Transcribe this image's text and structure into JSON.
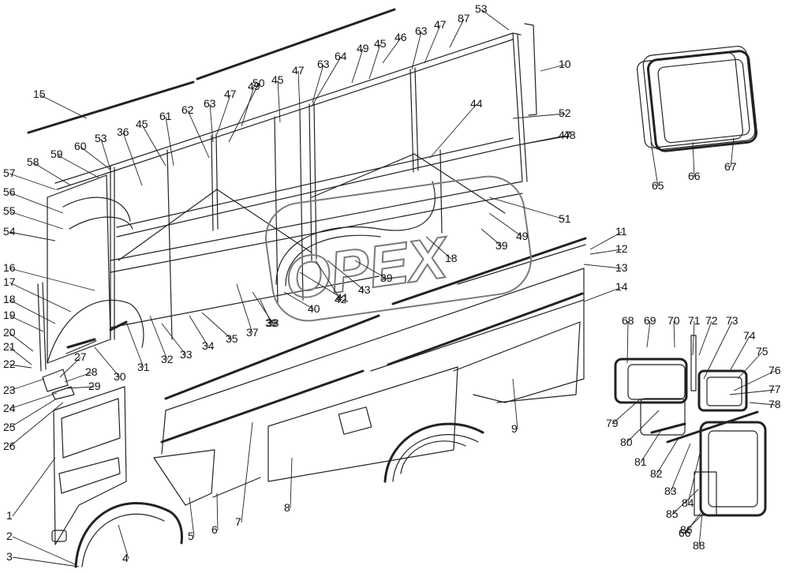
{
  "diagram": {
    "watermark": "OPEX",
    "callouts": [
      "1",
      "2",
      "3",
      "4",
      "5",
      "6",
      "7",
      "8",
      "9",
      "10",
      "11",
      "12",
      "13",
      "14",
      "15",
      "16",
      "17",
      "18",
      "19",
      "20",
      "21",
      "22",
      "23",
      "24",
      "25",
      "26",
      "27",
      "28",
      "29",
      "30",
      "31",
      "32",
      "33",
      "34",
      "35",
      "36",
      "37",
      "38",
      "39",
      "40",
      "41",
      "42",
      "43",
      "44",
      "45",
      "46",
      "47",
      "48",
      "49",
      "50",
      "51",
      "52",
      "53",
      "54",
      "55",
      "56",
      "57",
      "58",
      "59",
      "60",
      "61",
      "62",
      "63",
      "64",
      "65",
      "66",
      "67",
      "68",
      "69",
      "70",
      "71",
      "72",
      "73",
      "74",
      "75",
      "76",
      "77",
      "78",
      "79",
      "80",
      "81",
      "82",
      "83",
      "84",
      "85",
      "86",
      "87",
      "88"
    ]
  },
  "colors": {
    "line": "#222222",
    "background": "#ffffff",
    "watermark": "#7a7a7a"
  }
}
